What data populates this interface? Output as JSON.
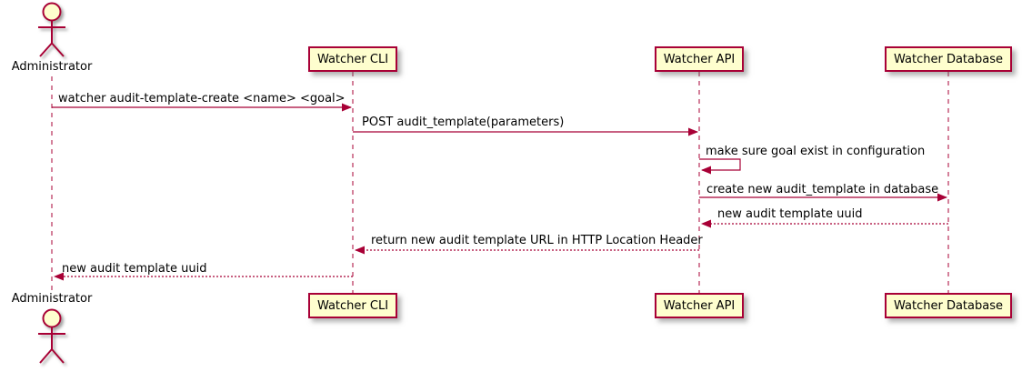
{
  "diagram": {
    "type": "sequence-diagram",
    "colors": {
      "accent": "#A80036",
      "participant_fill": "#FEFECE",
      "text": "#000000",
      "shadow": "#696969"
    },
    "actor": {
      "label": "Administrator"
    },
    "participants": [
      {
        "label": "Watcher CLI"
      },
      {
        "label": "Watcher API"
      },
      {
        "label": "Watcher Database"
      }
    ],
    "messages": [
      {
        "from": "Administrator",
        "to": "Watcher CLI",
        "style": "solid",
        "text": "watcher audit-template-create <name> <goal>"
      },
      {
        "from": "Watcher CLI",
        "to": "Watcher API",
        "style": "solid",
        "text": "POST audit_template(parameters)"
      },
      {
        "from": "Watcher API",
        "to": "Watcher API",
        "style": "self",
        "text": "make sure goal exist in configuration"
      },
      {
        "from": "Watcher API",
        "to": "Watcher Database",
        "style": "solid",
        "text": "create new audit_template in database"
      },
      {
        "from": "Watcher Database",
        "to": "Watcher API",
        "style": "dashed",
        "text": "new audit template uuid"
      },
      {
        "from": "Watcher API",
        "to": "Watcher CLI",
        "style": "dashed",
        "text": "return new audit template URL in HTTP Location Header"
      },
      {
        "from": "Watcher CLI",
        "to": "Administrator",
        "style": "dashed",
        "text": "new audit template uuid"
      }
    ]
  }
}
